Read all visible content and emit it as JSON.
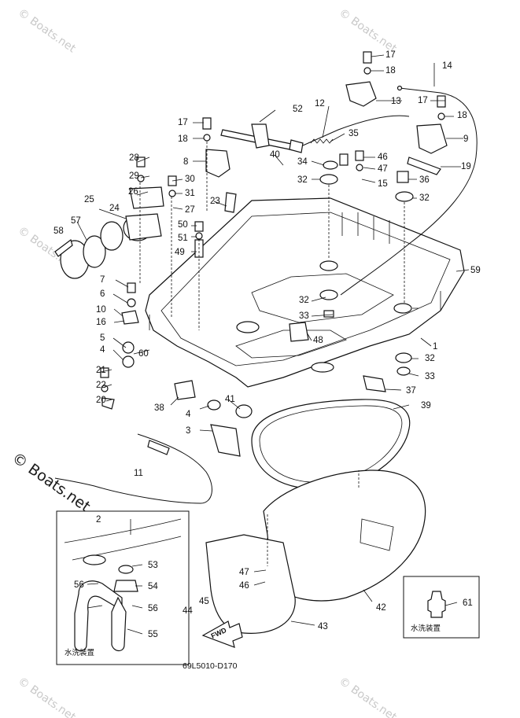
{
  "watermark": "© Boats.net",
  "drawing_code": "69L5010-D170",
  "callouts": [
    {
      "id": "c1",
      "n": "1"
    },
    {
      "id": "c2",
      "n": "2"
    },
    {
      "id": "c3",
      "n": "3"
    },
    {
      "id": "c4a",
      "n": "4"
    },
    {
      "id": "c4b",
      "n": "4"
    },
    {
      "id": "c5",
      "n": "5"
    },
    {
      "id": "c6",
      "n": "6"
    },
    {
      "id": "c7",
      "n": "7"
    },
    {
      "id": "c8",
      "n": "8"
    },
    {
      "id": "c9",
      "n": "9"
    },
    {
      "id": "c10",
      "n": "10"
    },
    {
      "id": "c11",
      "n": "11"
    },
    {
      "id": "c12",
      "n": "12"
    },
    {
      "id": "c13",
      "n": "13"
    },
    {
      "id": "c14",
      "n": "14"
    },
    {
      "id": "c15",
      "n": "15"
    },
    {
      "id": "c16",
      "n": "16"
    },
    {
      "id": "c17a",
      "n": "17"
    },
    {
      "id": "c17b",
      "n": "17"
    },
    {
      "id": "c17c",
      "n": "17"
    },
    {
      "id": "c18a",
      "n": "18"
    },
    {
      "id": "c18b",
      "n": "18"
    },
    {
      "id": "c18c",
      "n": "18"
    },
    {
      "id": "c19",
      "n": "19"
    },
    {
      "id": "c20",
      "n": "20"
    },
    {
      "id": "c21",
      "n": "21"
    },
    {
      "id": "c22",
      "n": "22"
    },
    {
      "id": "c23",
      "n": "23"
    },
    {
      "id": "c24",
      "n": "24"
    },
    {
      "id": "c25",
      "n": "25"
    },
    {
      "id": "c26",
      "n": "26"
    },
    {
      "id": "c27",
      "n": "27"
    },
    {
      "id": "c28",
      "n": "28"
    },
    {
      "id": "c29",
      "n": "29"
    },
    {
      "id": "c30",
      "n": "30"
    },
    {
      "id": "c31",
      "n": "31"
    },
    {
      "id": "c32a",
      "n": "32"
    },
    {
      "id": "c32b",
      "n": "32"
    },
    {
      "id": "c32c",
      "n": "32"
    },
    {
      "id": "c32d",
      "n": "32"
    },
    {
      "id": "c33a",
      "n": "33"
    },
    {
      "id": "c33b",
      "n": "33"
    },
    {
      "id": "c34",
      "n": "34"
    },
    {
      "id": "c35",
      "n": "35"
    },
    {
      "id": "c36",
      "n": "36"
    },
    {
      "id": "c37",
      "n": "37"
    },
    {
      "id": "c38",
      "n": "38"
    },
    {
      "id": "c39",
      "n": "39"
    },
    {
      "id": "c40",
      "n": "40"
    },
    {
      "id": "c41",
      "n": "41"
    },
    {
      "id": "c42",
      "n": "42"
    },
    {
      "id": "c43",
      "n": "43"
    },
    {
      "id": "c44",
      "n": "44"
    },
    {
      "id": "c45",
      "n": "45"
    },
    {
      "id": "c46a",
      "n": "46"
    },
    {
      "id": "c46b",
      "n": "46"
    },
    {
      "id": "c47a",
      "n": "47"
    },
    {
      "id": "c47b",
      "n": "47"
    },
    {
      "id": "c48",
      "n": "48"
    },
    {
      "id": "c49",
      "n": "49"
    },
    {
      "id": "c50",
      "n": "50"
    },
    {
      "id": "c51",
      "n": "51"
    },
    {
      "id": "c52",
      "n": "52"
    },
    {
      "id": "c53",
      "n": "53"
    },
    {
      "id": "c54",
      "n": "54"
    },
    {
      "id": "c55",
      "n": "55"
    },
    {
      "id": "c56a",
      "n": "56"
    },
    {
      "id": "c56b",
      "n": "56"
    },
    {
      "id": "c57",
      "n": "57"
    },
    {
      "id": "c58",
      "n": "58"
    },
    {
      "id": "c59",
      "n": "59"
    },
    {
      "id": "c60",
      "n": "60"
    },
    {
      "id": "c61",
      "n": "61"
    }
  ],
  "insets": {
    "flush_left": "水洗装置",
    "flush_right": "水洗装置"
  },
  "fwd_label": "FWD"
}
